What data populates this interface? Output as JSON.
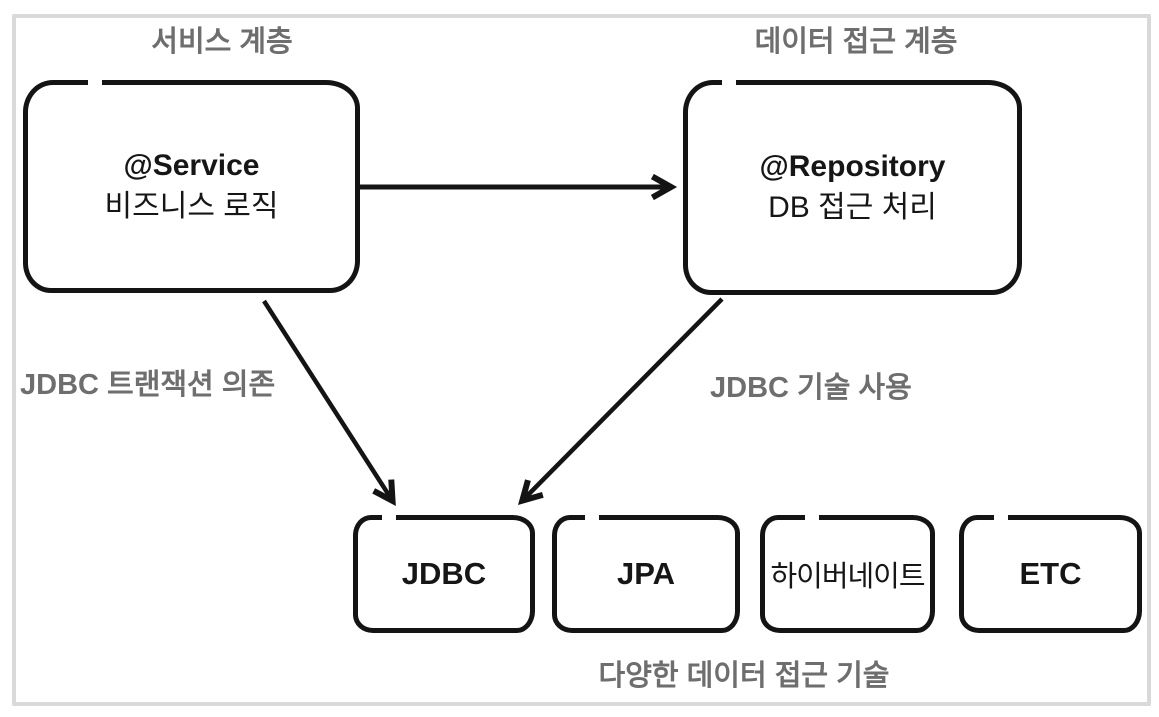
{
  "colors": {
    "ink": "#141414",
    "label_gray": "#6e6e6e",
    "frame_gray": "#d9d9d9"
  },
  "service_layer": {
    "title": "서비스 계층",
    "box": {
      "line1": "@Service",
      "line2": "비즈니스 로직"
    }
  },
  "data_access_layer": {
    "title": "데이터 접근 계층",
    "box": {
      "line1": "@Repository",
      "line2": "DB 접근 처리"
    }
  },
  "arrow_labels": {
    "transaction_dependency": "JDBC 트랜잭션 의존",
    "technology_usage": "JDBC 기술 사용"
  },
  "technologies": {
    "items": [
      {
        "label": "JDBC"
      },
      {
        "label": "JPA"
      },
      {
        "label": "하이버네이트"
      },
      {
        "label": "ETC"
      }
    ],
    "caption": "다양한 데이터 접근 기술"
  }
}
